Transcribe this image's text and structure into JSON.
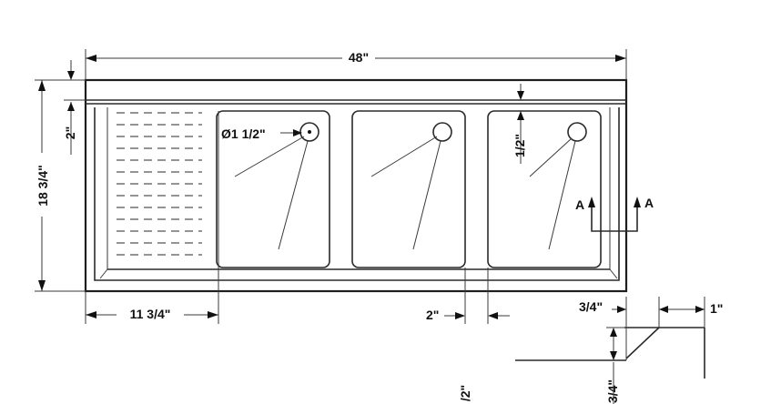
{
  "dimensions": {
    "overall_width": "48\"",
    "overall_depth": "18 3/4\"",
    "backsplash_height": "2\"",
    "drainboard_width": "11 3/4\"",
    "bowl_spacing": "2\"",
    "bowl_depth_offset": "1/2\"",
    "drain_diameter": "Ø1 1/2\"",
    "section_lip": "3/4\"",
    "section_edge": "1\"",
    "section_height": "3/4\"",
    "partial_label": "/2\""
  },
  "section_marks": {
    "left": "A",
    "right": "A"
  }
}
